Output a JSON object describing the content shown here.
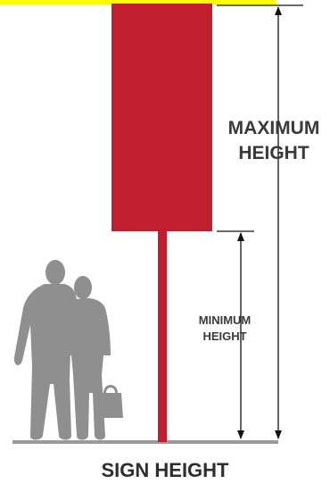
{
  "labels": {
    "max_line1": "MAXIMUM",
    "max_line2": "HEIGHT",
    "min_line1": "MINIMUM",
    "min_line2": "HEIGHT",
    "caption": "SIGN HEIGHT"
  },
  "colors": {
    "sign": "#c01f2e",
    "text": "#3a3a3a",
    "people": "#8f8f8f",
    "ground": "#9a9a9a",
    "dimension": "#111111",
    "highlight": "#ffff00"
  }
}
